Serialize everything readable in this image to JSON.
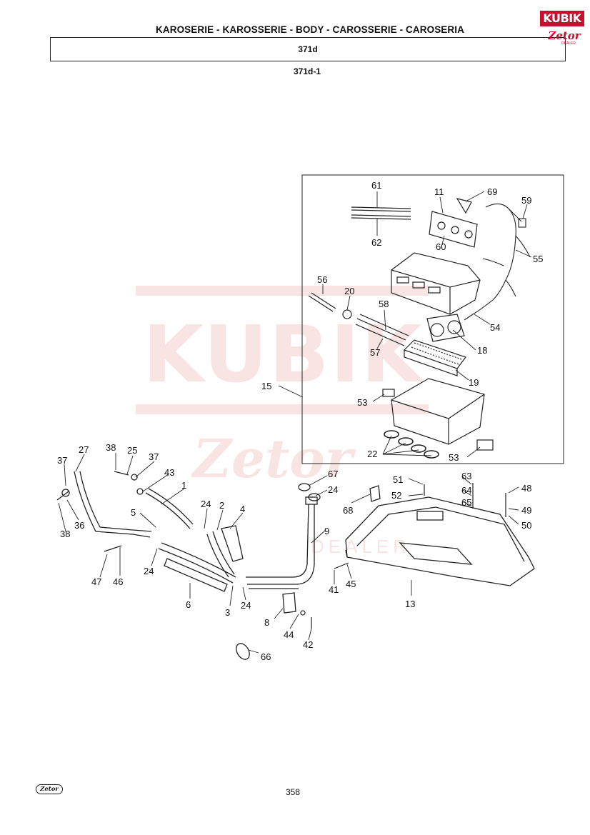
{
  "header": {
    "title": "KAROSERIE - KAROSSERIE - BODY - CAROSSERIE - CAROSERIA",
    "section": "371d",
    "subsection": "371d-1"
  },
  "logo": {
    "top_text": "KUBIK",
    "bottom_text": "Zetor",
    "sub_text": "DEALER",
    "brand_color": "#c8102e"
  },
  "watermark": {
    "text": "KUBIK",
    "brand": "Zetor",
    "tag": "DEALER"
  },
  "footer": {
    "page_number": "358",
    "brand_mark": "Zetor"
  },
  "diagram": {
    "labels": [
      "61",
      "62",
      "11",
      "69",
      "59",
      "60",
      "55",
      "56",
      "20",
      "58",
      "57",
      "54",
      "18",
      "19",
      "15",
      "53",
      "53",
      "22",
      "27",
      "38",
      "25",
      "37",
      "37",
      "43",
      "1",
      "5",
      "24",
      "2",
      "4",
      "38",
      "36",
      "47",
      "46",
      "24",
      "6",
      "3",
      "24",
      "67",
      "24",
      "68",
      "9",
      "8",
      "44",
      "42",
      "66",
      "51",
      "52",
      "63",
      "64",
      "65",
      "48",
      "49",
      "50",
      "41",
      "45",
      "13"
    ]
  }
}
